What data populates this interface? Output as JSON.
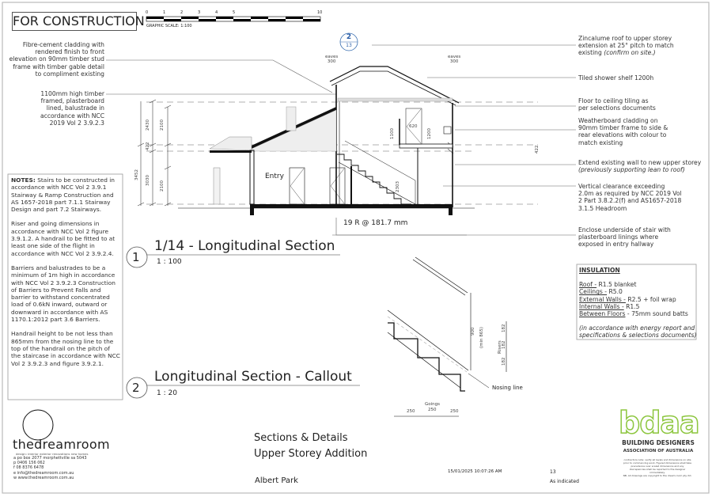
{
  "stamp": "FOR CONSTRUCTION",
  "scale_bar": {
    "ticks": [
      "0",
      "1",
      "2",
      "3",
      "4",
      "5",
      "10"
    ],
    "label": "GRAPHIC SCALE: 1:100"
  },
  "left_notes": {
    "cladding": [
      "Fibre-cement cladding with",
      "rendered finish to front",
      "elevation on 90mm timber stud",
      "frame with timber gable detail",
      "to compliment existing"
    ],
    "balustrade": [
      "1100mm high timber",
      "framed, plasterboard",
      "lined, balustrade in",
      "accordance with NCC",
      "2019 Vol 2 3.9.2.3"
    ]
  },
  "notes_box": {
    "heading": "NOTES:",
    "p1": "Stairs to be constructed in accordance with NCC Vol 2 3.9.1 Stairway & Ramp Construction and AS 1657-2018 part 7.1.1 Stairway Design and part 7.2 Stairways.",
    "p2": "Riser and going dimensions in accordance with NCC Vol 2 figure 3.9.1.2.  A handrail to be fitted to at least one side of the flight in accordance with NCC Vol 2 3.9.2.4.",
    "p3": "Barriers and balustrades to be a minimum of 1m high in accordance with NCC Vol 2 3.9.2.3 Construction of Barriers to Prevent Falls and barrier to withstand concentrated load of 0.6kN inward, outward or downward in accordance with AS 1170.1:2012 part 3.6 Barriers.",
    "p4": "Handrail height to be not less than 865mm from the nosing line to the top of the handrail on the pitch of the staircase in accordance with NCC Vol 2 3.9.2.3 and figure 3.9.2.1."
  },
  "section_tag": {
    "number": "2",
    "sheet": "13"
  },
  "section": {
    "room_label": "Entry",
    "stair_label": "19 R @ 181.7 mm",
    "eaves_label": "eaves",
    "eaves_left": "300",
    "eaves_right": "300",
    "dims": {
      "d2430": "2430",
      "d2100a": "2100",
      "d422": "422",
      "d3452": "3452",
      "d3030": "3030",
      "d2100b": "2100",
      "d1100": "1100",
      "d620": "620",
      "d1200": "1200",
      "d422r": "422",
      "d2303": "2303"
    }
  },
  "right_notes": {
    "roof": [
      "Zincalume roof to upper storey",
      "extension at 25° pitch to match"
    ],
    "roof_tail": "existing",
    "roof_italic": "(confirm on site.)",
    "shower": "Tiled shower shelf 1200h",
    "tiling": [
      "Floor to ceiling tiling as",
      "per selections documents"
    ],
    "weatherboard": [
      "Weatherboard cladding on",
      "90mm timber frame to side &",
      "rear elevations with colour to",
      "match existing"
    ],
    "extend": "Extend existing wall to new upper storey",
    "extend_italic": "(previously supporting lean to roof)",
    "clearance": [
      "Vertical clearance exceeding",
      "2.0m as required by NCC 2019 Vol",
      "2 Part 3.8.2.2(f) and AS1657-2018",
      "3.1.5 Headroom"
    ],
    "enclose": [
      "Enclose underside of stair with",
      "plasterboard linings where",
      "exposed in entry hallway"
    ]
  },
  "insulation": {
    "heading": "INSULATION",
    "items": [
      {
        "label": "Roof -",
        "value": " R1.5 blanket"
      },
      {
        "label": "Ceilings -",
        "value": " R5.0"
      },
      {
        "label": "External Walls -",
        "value": " R2.5 + foil wrap"
      },
      {
        "label": "Internal Walls -",
        "value": " R1.5"
      },
      {
        "label": "Between Floors",
        "value": " - 75mm sound batts"
      }
    ],
    "footnote": [
      "(in accordance with energy report and",
      "specifications & selections documents)"
    ]
  },
  "views": [
    {
      "number": "1",
      "title": "1/14 - Longitudinal Section",
      "scale": "1 : 100"
    },
    {
      "number": "2",
      "title": "Longitudinal Section - Callout",
      "scale": "1 : 20"
    }
  ],
  "callout": {
    "handrail": "900",
    "handrail_min": "(min 865)",
    "risers_label": "Risers",
    "riser": "182",
    "goings_label": "Goings",
    "going": "250",
    "nosing": "Nosing line"
  },
  "company": {
    "name": "thedreamroom",
    "tagline": "design: interior exterior renovations new homes",
    "contacts": [
      "a  po box 2077 morphettville sa 5043",
      "p  0406 156 062",
      "f  08 8376 6478",
      "e  info@thedreamroom.com.au",
      "w www.thedreamroom.com.au"
    ]
  },
  "title_block": {
    "title1": "Sections & Details",
    "title2": "Upper Storey Addition",
    "location": "Albert Park",
    "date": "15/01/2025 10:07:26 AM",
    "sheet": "13",
    "scale": "As indicated"
  },
  "bdaa": {
    "logo": "bdaa",
    "line1": "BUILDING DESIGNERS",
    "line2": "ASSOCIATION OF AUSTRALIA",
    "disclaimer": [
      "contractors note:  verify all levels and dimensions on site",
      "prior to commencing work. Figured dimensions shall take",
      "precedence over scaled dimensions and any",
      "discrepancies shall be reported to the designer",
      "immediately.",
      "NB. All drawings are copyright to the dream room pty. ltd."
    ],
    "color": "#8dc63f"
  }
}
